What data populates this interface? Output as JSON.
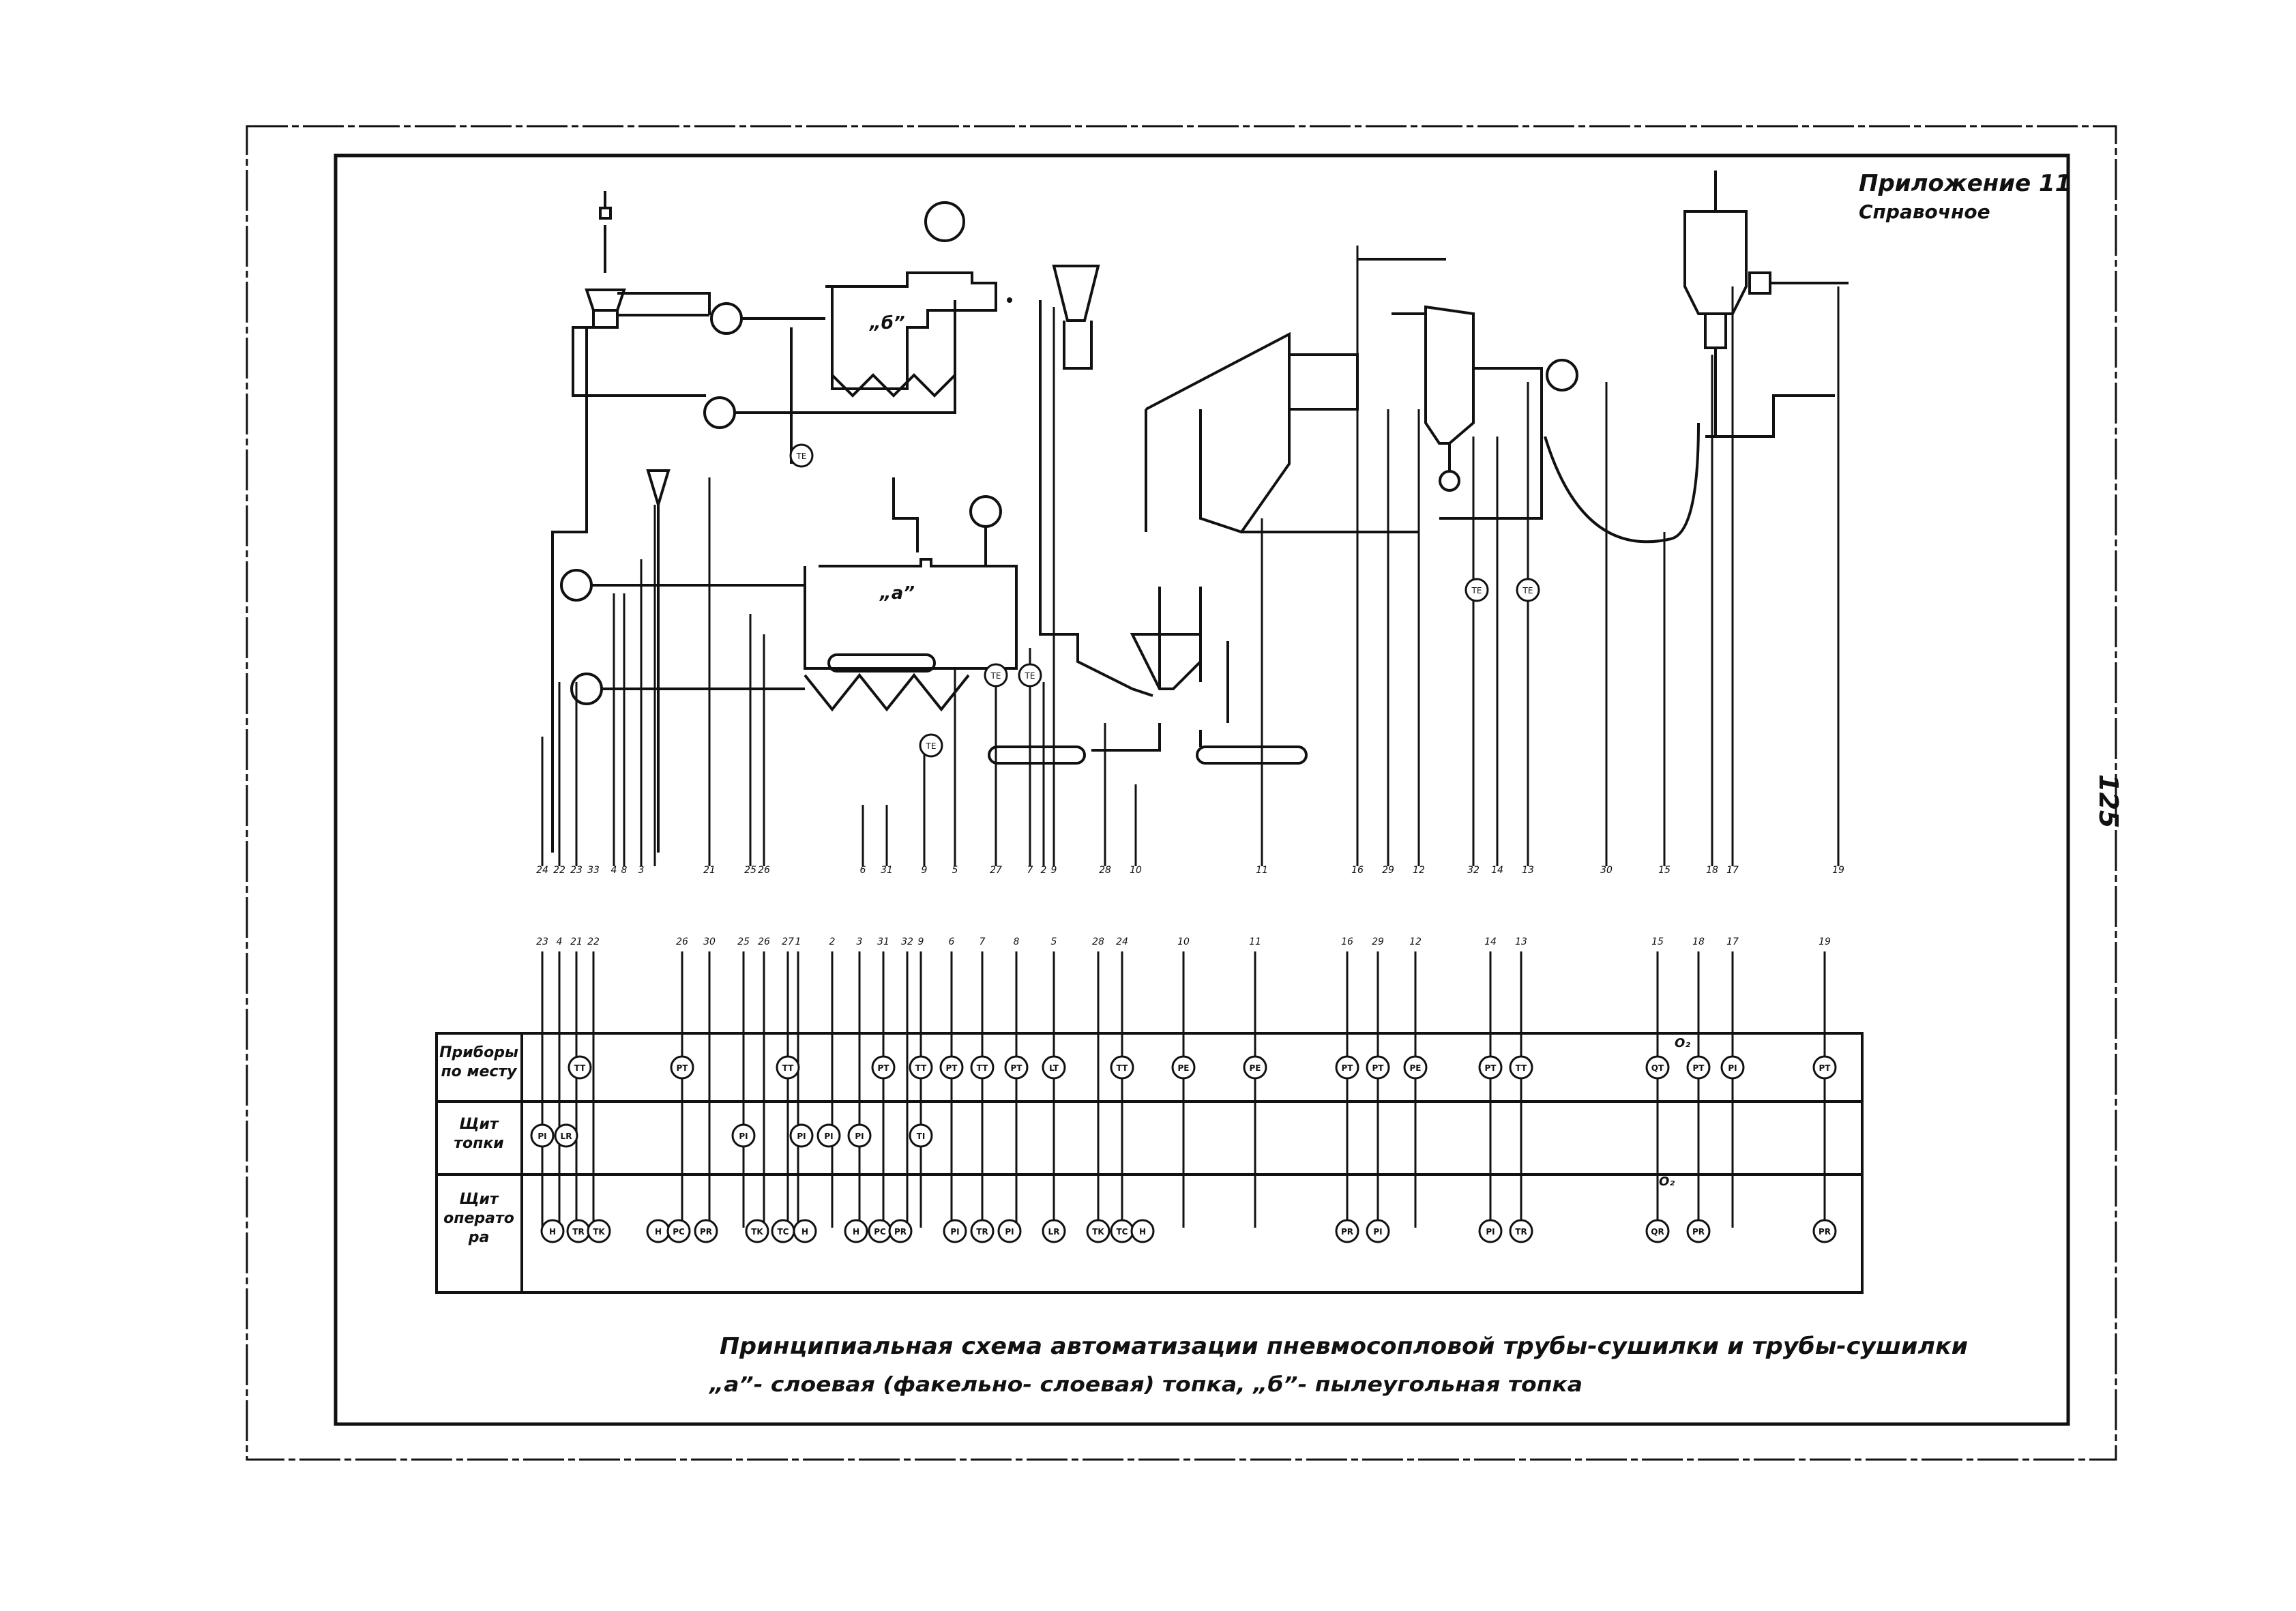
{
  "header": {
    "appendix": "Приложение 11",
    "reference": "Справочное"
  },
  "page_number": "125",
  "labels": {
    "furnace_a": "„a”",
    "furnace_b": "„б”"
  },
  "caption": {
    "line1": "Принципиальная схема автоматизации   пневмосопловой трубы-сушилки и трубы-сушилки",
    "line2": "„a”- слоевая (факельно- слоевая) топка,   „б”- пылеугольная топка"
  },
  "table": {
    "rows": [
      {
        "label_lines": [
          "Приборы",
          "по месту"
        ]
      },
      {
        "label_lines": [
          "Щит",
          "топки"
        ]
      },
      {
        "label_lines": [
          "Щит",
          "операто",
          "ра"
        ]
      }
    ]
  },
  "line_numbers_top": [
    "24",
    "22",
    "23",
    "33",
    "4",
    "8",
    "3",
    "21",
    "25",
    "26",
    "6",
    "31",
    "9",
    "5",
    "27",
    "7",
    "2",
    "9",
    "28",
    "10",
    "11",
    "16",
    "29",
    "12",
    "32",
    "14",
    "13",
    "30",
    "15",
    "18",
    "17",
    "19"
  ],
  "line_numbers_bottom": [
    "23",
    "4",
    "21",
    "22",
    "26",
    "30",
    "25",
    "26",
    "27",
    "1",
    "2",
    "3",
    "31",
    "32",
    "9",
    "6",
    "7",
    "8",
    "5",
    "28",
    "24",
    "10",
    "11",
    "16",
    "29",
    "12",
    "14",
    "13",
    "15",
    "18",
    "17",
    "19"
  ],
  "diagram_tags": [
    "TE",
    "TE",
    "TE",
    "TE",
    "TE",
    "TE"
  ],
  "instruments": {
    "local": [
      "TT",
      "PT",
      "TT",
      "PT",
      "TT",
      "PT",
      "TT",
      "PT",
      "LT",
      "TT",
      "PE",
      "PE",
      "PT",
      "PT",
      "PE",
      "PT",
      "TT",
      "QT",
      "PT",
      "PI",
      "PT"
    ],
    "furnace": [
      "PI",
      "LR",
      "PI",
      "PI",
      "PI",
      "PI",
      "TI"
    ],
    "operator": [
      "H",
      "TR",
      "TK",
      "H",
      "PC",
      "PR",
      "TK",
      "TC",
      "H",
      "H",
      "PC",
      "PR",
      "PI",
      "TR",
      "PI",
      "LR",
      "TK",
      "TC",
      "H",
      "PR",
      "PI",
      "PI",
      "TR",
      "QR",
      "PR",
      "PR"
    ],
    "oxygen_tag": "O₂"
  }
}
